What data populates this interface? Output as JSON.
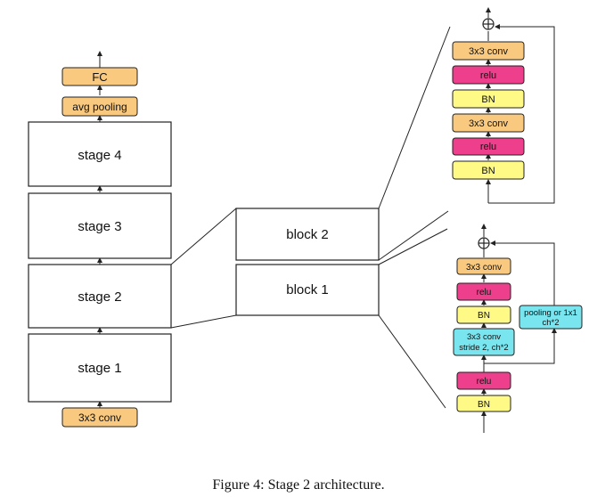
{
  "colors": {
    "orange": "#f9c97f",
    "pink": "#ee3f8c",
    "yellow": "#fffa86",
    "cyan": "#79e5ef",
    "stroke": "#222222"
  },
  "left_column": {
    "fc": "FC",
    "avg_pooling": "avg pooling",
    "stage4": "stage 4",
    "stage3": "stage 3",
    "stage2": "stage 2",
    "stage1": "stage 1",
    "input_conv": "3x3 conv"
  },
  "middle_column": {
    "block2": "block 2",
    "block1": "block 1"
  },
  "block2_detail": {
    "sum_symbol": "⊕",
    "layers": [
      "3x3 conv",
      "relu",
      "BN",
      "3x3 conv",
      "relu",
      "BN"
    ]
  },
  "block1_detail": {
    "sum_symbol": "⊕",
    "conv_top": "3x3 conv",
    "relu_top": "relu",
    "bn_top": "BN",
    "conv_stride_line1": "3x3 conv",
    "conv_stride_line2": "stride 2, ch*2",
    "relu_bottom": "relu",
    "bn_bottom": "BN",
    "shortcut_line1": "pooling or 1x1",
    "shortcut_line2": "ch*2"
  },
  "caption": "Figure 4: Stage 2 architecture."
}
